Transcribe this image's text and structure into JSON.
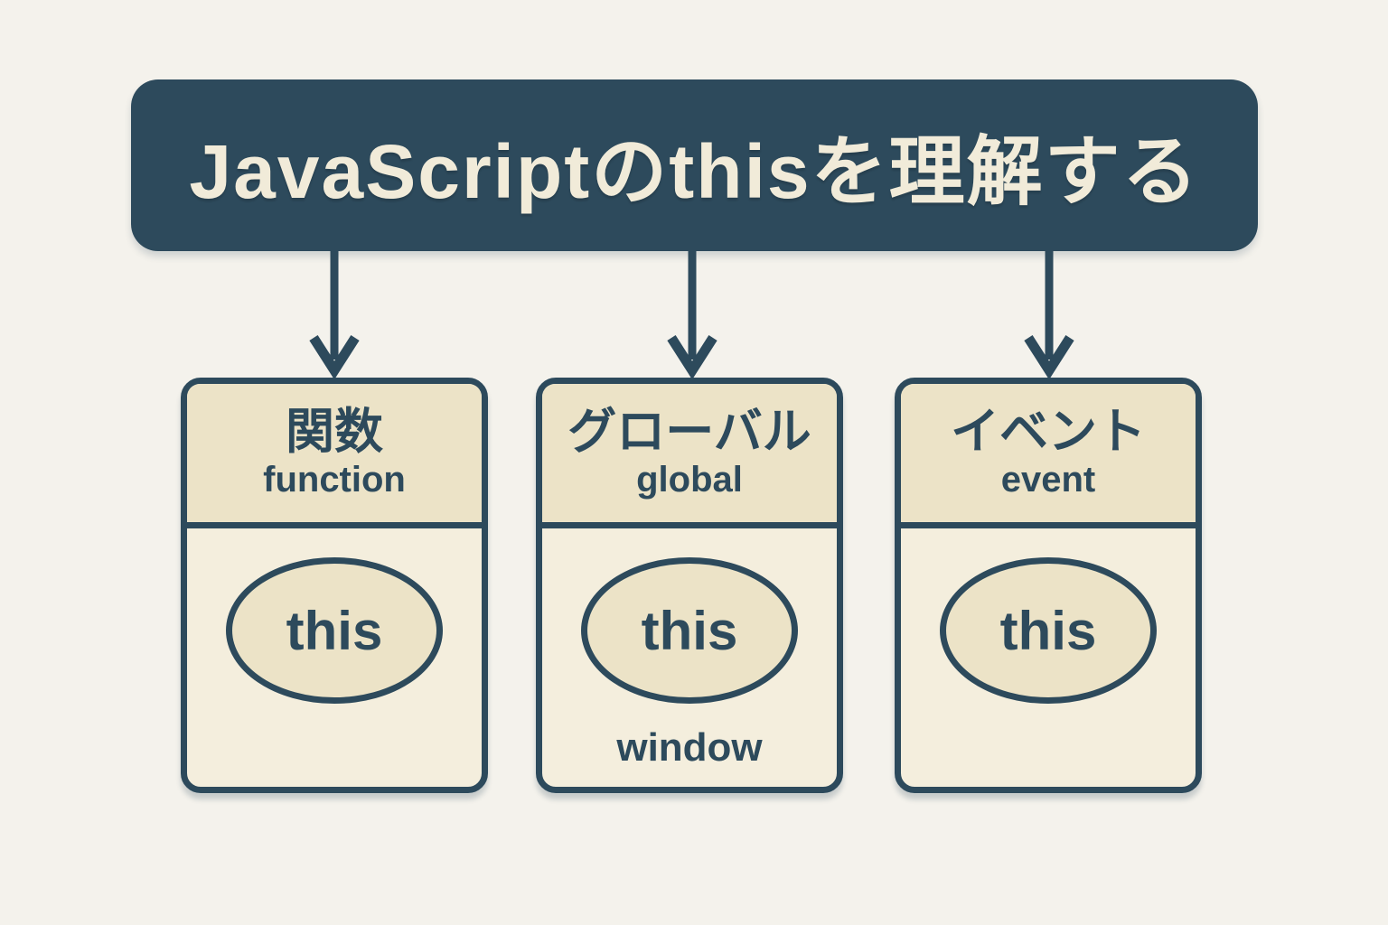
{
  "title": "JavaScriptのthisを理解する",
  "colors": {
    "background": "#f4f2ec",
    "ink": "#2d4a5c",
    "banner_fill": "#2d4a5c",
    "banner_text": "#f1ebd9",
    "card_header_fill": "#ece3c7",
    "card_body_fill": "#f4eedd"
  },
  "cards": [
    {
      "id": "function",
      "title_ja": "関数",
      "title_en": "function",
      "this_label": "this",
      "note": ""
    },
    {
      "id": "global",
      "title_ja": "グローバル",
      "title_en": "global",
      "this_label": "this",
      "note": "window"
    },
    {
      "id": "event",
      "title_ja": "イベント",
      "title_en": "event",
      "this_label": "this",
      "note": ""
    }
  ]
}
